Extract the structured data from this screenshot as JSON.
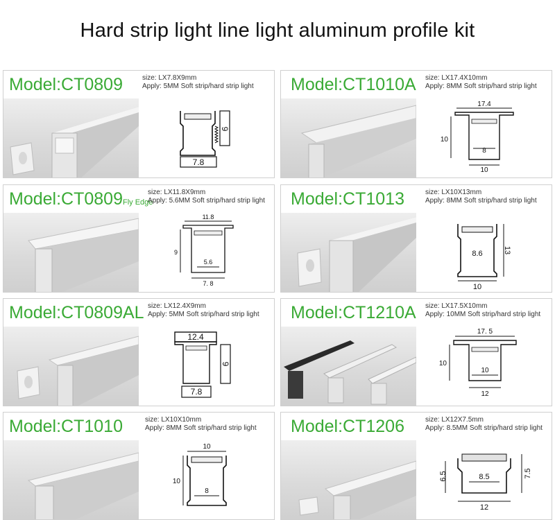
{
  "title": "Hard strip light line light aluminum profile kit",
  "colors": {
    "model_text": "#3aaa35",
    "card_border": "#cfcfcf"
  },
  "cards": [
    {
      "model": "Model:CT0809",
      "model_suffix": "",
      "size": "size: LX7.8X9mm",
      "apply": "Apply: 5MM Soft strip/hard strip light",
      "dims": [
        "9",
        "7.8"
      ]
    },
    {
      "model": "Model:CT1010A",
      "model_suffix": "",
      "size": "size: LX17.4X10mm",
      "apply": "Apply: 8MM Soft strip/hard strip light",
      "dims": [
        "17.4",
        "10",
        "8",
        "10"
      ]
    },
    {
      "model": "Model:CT0809",
      "model_suffix": "Fly Edge",
      "size": "size: LX11.8X9mm",
      "apply": "Apply: 5.6MM Soft strip/hard strip light",
      "dims": [
        "11.8",
        "9",
        "5.6",
        "7. 8"
      ]
    },
    {
      "model": "Model:CT1013",
      "model_suffix": "",
      "size": "size: LX10X13mm",
      "apply": "Apply: 8MM Soft strip/hard strip light",
      "dims": [
        "8.6",
        "13",
        "10"
      ]
    },
    {
      "model": "Model:CT0809AL",
      "model_suffix": "",
      "size": "size: LX12.4X9mm",
      "apply": "Apply: 5MM Soft strip/hard strip light",
      "dims": [
        "12.4",
        "9",
        "7.8"
      ]
    },
    {
      "model": "Model:CT1210A",
      "model_suffix": "",
      "size": "size: LX17.5X10mm",
      "apply": "Apply: 10MM Soft strip/hard strip light",
      "dims": [
        "17. 5",
        "10",
        "10",
        "12"
      ]
    },
    {
      "model": "Model:CT1010",
      "model_suffix": "",
      "size": "size: LX10X10mm",
      "apply": "Apply: 8MM Soft strip/hard strip light",
      "dims": [
        "10",
        "10",
        "8"
      ]
    },
    {
      "model": "Model:CT1206",
      "model_suffix": "",
      "size": "size: LX12X7.5mm",
      "apply": "Apply: 8.5MM Soft strip/hard strip light",
      "dims": [
        "6.5",
        "8.5",
        "7.5",
        "12"
      ]
    }
  ]
}
